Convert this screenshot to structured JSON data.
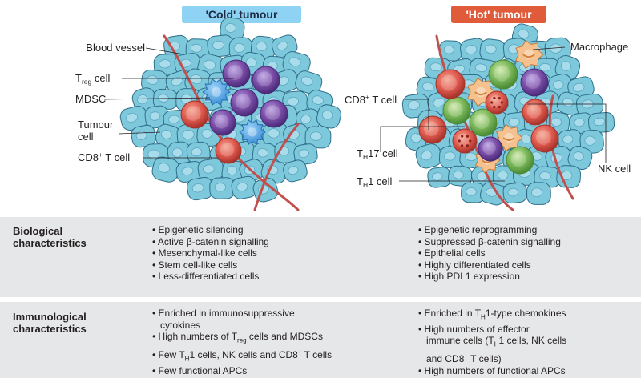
{
  "figure": {
    "cold_title": "'Cold' tumour",
    "hot_title": "'Hot' tumour",
    "cold_title_bg": "#8fd3f4",
    "hot_title_bg": "#e05b3a",
    "cold_labels": {
      "blood_vessel": "Blood vessel",
      "treg_main": "T",
      "treg_sub": "reg",
      "treg_tail": " cell",
      "mdsc": "MDSC",
      "tumour_line1": "Tumour",
      "tumour_line2": "cell",
      "cd8_main": "CD8",
      "cd8_sup": "+",
      "cd8_tail": " T cell"
    },
    "hot_labels": {
      "macrophage": "Macrophage",
      "cd8_main": "CD8",
      "cd8_sup": "+",
      "cd8_tail": " T cell",
      "th17_main": "T",
      "th17_sub": "H",
      "th17_tail": "17 cell",
      "th1_main": "T",
      "th1_sub": "H",
      "th1_tail": "1 cell",
      "nk": "NK cell"
    },
    "colors": {
      "tumour_cell": "#7ec8dc",
      "tumour_outline": "#2d6f8a",
      "blood_vessel": "#c0504d",
      "treg": "#7b4fa8",
      "cd8": "#e05b4f",
      "mdsc": "#3a8fd8",
      "macrophage": "#f5c28f",
      "th1": "#7cb85a",
      "table_bg": "#e6e7e8"
    }
  },
  "table": {
    "biological": {
      "heading_line1": "Biological",
      "heading_line2": "characteristics",
      "cold": [
        "• Epigenetic silencing",
        "• Active β-catenin signalling",
        "• Mesenchymal-like cells",
        "• Stem cell-like cells",
        "• Less-differentiated cells"
      ],
      "hot": [
        "• Epigenetic reprogramming",
        "• Suppressed β-catenin signalling",
        "• Epithelial cells",
        "• Highly differentiated cells",
        "• High PDL1 expression"
      ]
    },
    "immunological": {
      "heading_line1": "Immunological",
      "heading_line2": "characteristics",
      "cold": {
        "item1": "• Enriched in immunosuppressive cytokines",
        "item2_a": "• High numbers of T",
        "item2_sub": "reg",
        "item2_b": " cells and MDSCs",
        "item3_a": "• Few T",
        "item3_sub": "H",
        "item3_b": "1 cells, NK cells and CD8",
        "item3_sup": "+",
        "item3_c": " T cells",
        "item4": "• Few functional APCs"
      },
      "hot": {
        "item1_a": "• Enriched in T",
        "item1_sub": "H",
        "item1_b": "1-type chemokines",
        "item2_a": "• High numbers of effector",
        "item2_b": "immune cells (T",
        "item2_sub": "H",
        "item2_c": "1 cells, NK cells",
        "item2_d": "and CD8",
        "item2_sup": "+",
        "item2_e": " T cells)",
        "item3": "• High numbers of functional APCs"
      }
    }
  }
}
